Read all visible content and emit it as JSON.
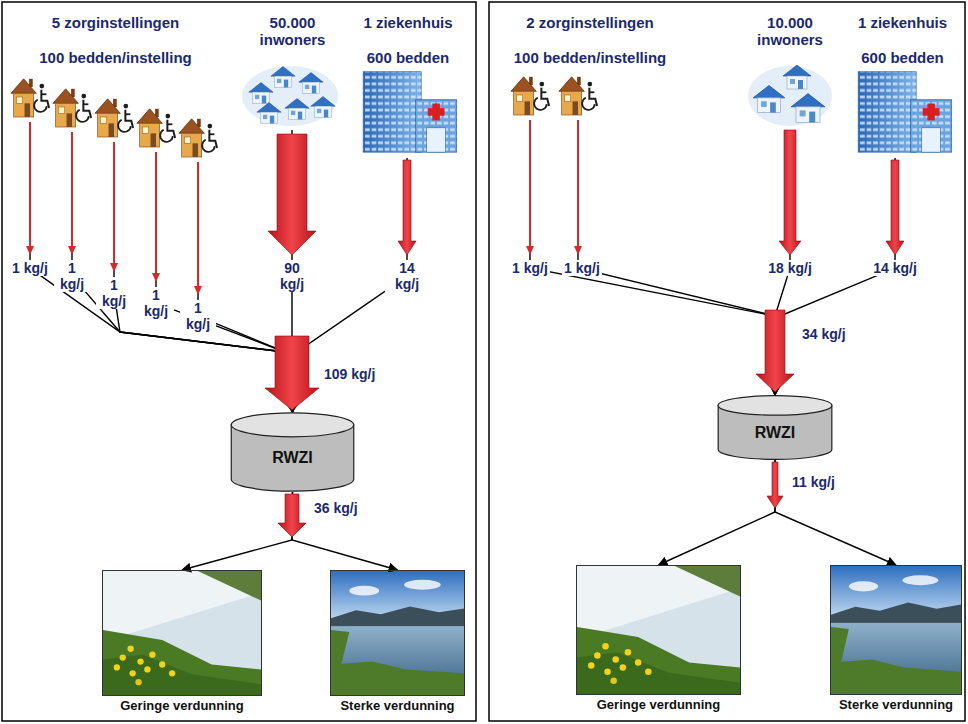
{
  "diagram": {
    "nodes": [
      {
        "text": [
          "5 zorginstellingen",
          "100 bedden/instelling"
        ]
      },
      {
        "text": [
          "50.000 inwoners"
        ]
      },
      {
        "text": [
          "1 ziekenhuis",
          "600 bedden"
        ]
      },
      {
        "text": [
          "RWZI"
        ]
      },
      {
        "text": [
          "Geringe verdunning"
        ]
      },
      {
        "text": [
          "Sterke verdunning"
        ]
      },
      {
        "text": [
          "2 zorginstellingen",
          "100 bedden/instelling"
        ]
      },
      {
        "text": [
          "10.000 inwoners"
        ]
      },
      {
        "text": [
          "1 ziekenhuis",
          "600 bedden"
        ]
      },
      {
        "text": [
          "RWZI"
        ]
      },
      {
        "text": [
          "Geringe verdunning"
        ]
      },
      {
        "text": [
          "Sterke verdunning"
        ]
      }
    ],
    "edges": [
      {
        "from": 0,
        "to": 3,
        "label": "1 kg/j",
        "arrow": "to"
      },
      {
        "from": 0,
        "to": 3,
        "label": "1 kg/j",
        "arrow": "to"
      },
      {
        "from": 0,
        "to": 3,
        "label": "1 kg/j",
        "arrow": "to"
      },
      {
        "from": 0,
        "to": 3,
        "label": "1 kg/j",
        "arrow": "to"
      },
      {
        "from": 0,
        "to": 3,
        "label": "1 kg/j",
        "arrow": "to"
      },
      {
        "from": 1,
        "to": 3,
        "label": "90 kg/j",
        "arrow": "to"
      },
      {
        "from": 2,
        "to": 3,
        "label": "14 kg/j",
        "arrow": "to"
      },
      {
        "from": 3,
        "to": 4,
        "arrow": "to"
      },
      {
        "from": 3,
        "to": 5,
        "arrow": "to"
      },
      {
        "from": 6,
        "to": 9,
        "label": "1 kg/j",
        "arrow": "to"
      },
      {
        "from": 6,
        "to": 9,
        "label": "1 kg/j",
        "arrow": "to"
      },
      {
        "from": 7,
        "to": 9,
        "label": "18 kg/j",
        "arrow": "to"
      },
      {
        "from": 8,
        "to": 9,
        "label": "14 kg/j",
        "arrow": "to"
      },
      {
        "from": 9,
        "to": 10,
        "arrow": "to"
      },
      {
        "from": 9,
        "to": 11,
        "arrow": "to"
      }
    ],
    "labels": [
      "109 kg/j",
      "36 kg/j",
      "34 kg/j",
      "11 kg/j"
    ]
  }
}
